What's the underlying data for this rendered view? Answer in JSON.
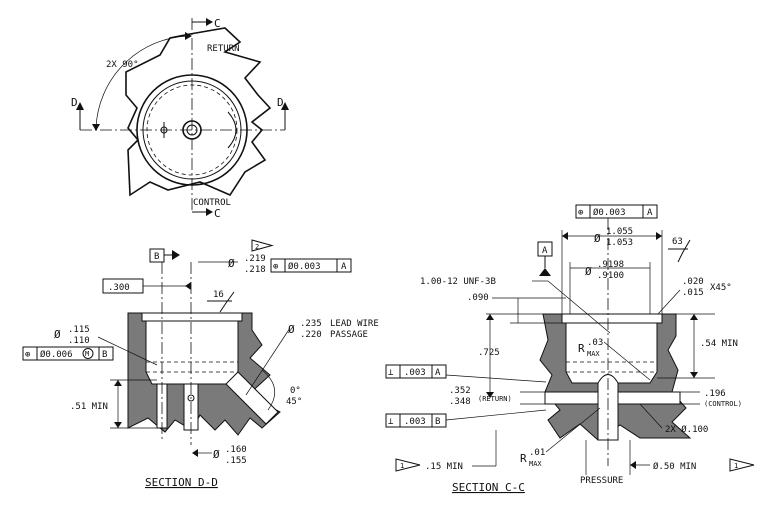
{
  "top_view": {
    "angle_note": "2X 90°",
    "section_c_label": "C",
    "section_d_label": "D",
    "return_label": "RETURN",
    "control_label": "CONTROL"
  },
  "section_dd": {
    "datum_b": "B",
    "flag_2": "2",
    "bore_dia": {
      "prefix": "Ø",
      "upper": ".219",
      "lower": ".218"
    },
    "fcf_bore": {
      "symbol": "⊕",
      "tol": "Ø0.003",
      "datum": "A"
    },
    "dim_300": ".300",
    "finish_16": "16",
    "hole_dia": {
      "prefix": "Ø",
      "upper": ".115",
      "lower": ".110"
    },
    "fcf_hole": {
      "symbol": "⊕",
      "tol": "Ø0.006",
      "mod": "M",
      "datum": "B"
    },
    "lead_wire": {
      "prefix": "Ø",
      "upper": ".235",
      "lower": ".220",
      "upper_text": "LEAD WIRE",
      "lower_text": "PASSAGE"
    },
    "angle_top": "0°",
    "angle_bottom": "45°",
    "dim_51": ".51 MIN",
    "pin_dia": {
      "prefix": "Ø",
      "upper": ".160",
      "lower": ".155"
    },
    "title": "SECTION D-D"
  },
  "section_cc": {
    "fcf_top": {
      "symbol": "⊕",
      "tol": "Ø0.003",
      "datum": "A"
    },
    "dia_1055": {
      "prefix": "Ø",
      "upper": "1.055",
      "lower": "1.053"
    },
    "finish_63": "63",
    "datum_a": "A",
    "dia_9198": {
      "prefix": "Ø",
      "upper": ".9198",
      "lower": ".9100"
    },
    "thread": "1.00-12 UNF-3B",
    "chamfer": {
      "upper": ".020",
      "lower": ".015",
      "suffix": "X45°"
    },
    "dim_090": ".090",
    "dim_725": ".725",
    "dim_54": ".54 MIN",
    "radius_top": {
      "prefix": "R",
      "value": ".03",
      "suffix": "MAX"
    },
    "perp_a": {
      "symbol": "⊥",
      "tol": ".003",
      "datum": "A"
    },
    "dim_352": {
      "upper": ".352",
      "lower": ".348"
    },
    "return_label": "(RETURN)",
    "dim_196": ".196",
    "control_label": "(CONTROL)",
    "perp_b": {
      "symbol": "⊥",
      "tol": ".003",
      "datum": "B"
    },
    "holes_2x": "2X Ø.100",
    "radius_bottom": {
      "prefix": "R",
      "value": ".01",
      "suffix": "MAX"
    },
    "flag_1_left": "1",
    "dim_15": ".15 MIN",
    "dim_050": "Ø.50 MIN",
    "flag_1_right": "1",
    "pressure_label": "PRESSURE",
    "title": "SECTION C-C"
  }
}
